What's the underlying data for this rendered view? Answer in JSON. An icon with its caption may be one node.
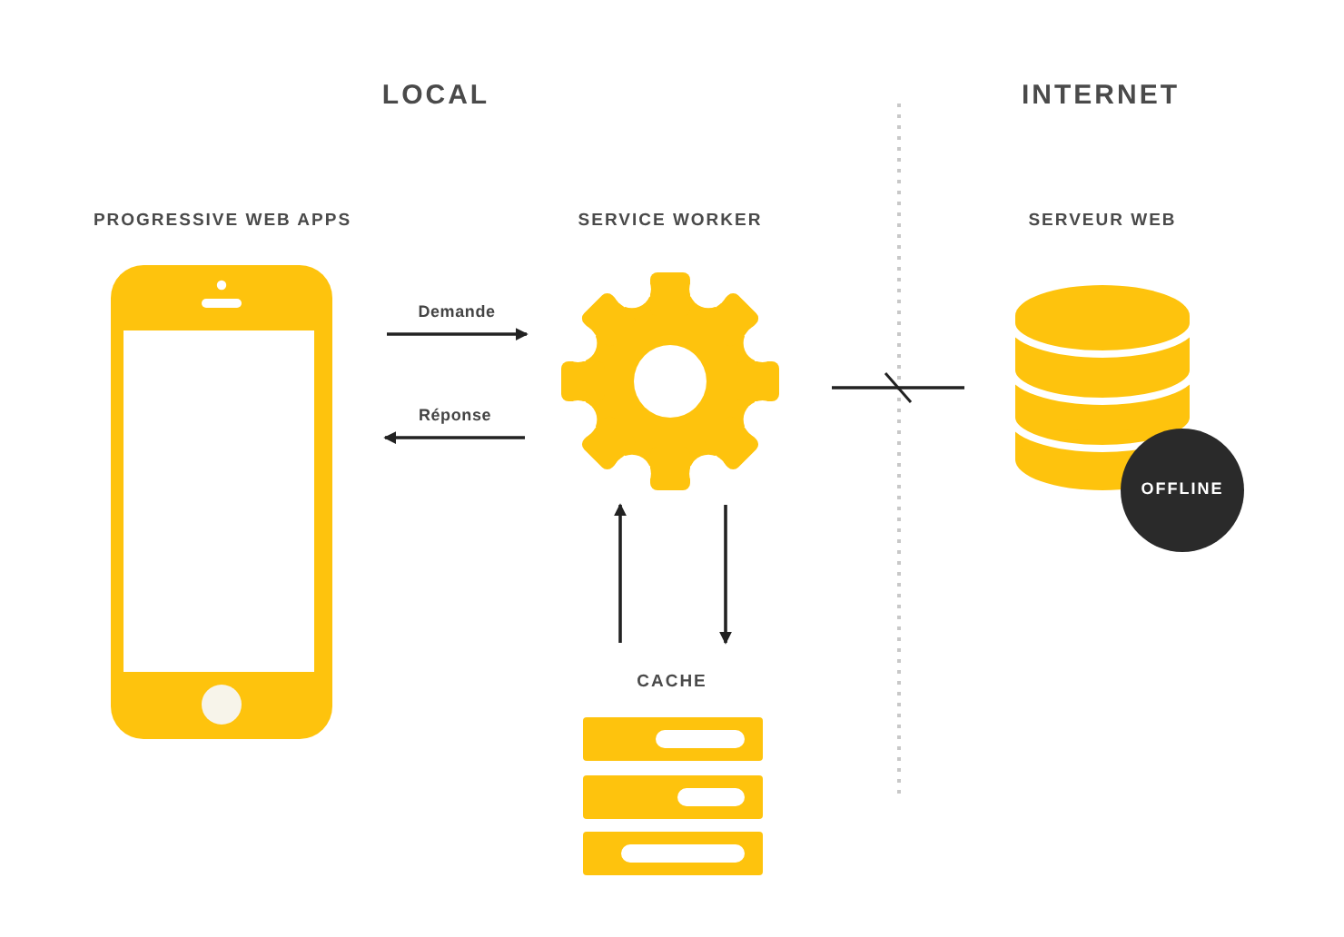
{
  "diagram": {
    "nodes": [
      {
        "text": [
          "PROGRESSIVE WEB APPS"
        ]
      },
      {
        "text": [
          "SERVICE WORKER"
        ]
      },
      {
        "text": [
          "SERVEUR WEB"
        ]
      },
      {
        "text": [
          "OFFLINE"
        ]
      },
      {
        "text": [
          "CACHE"
        ]
      }
    ],
    "edges": [
      {
        "from": 0,
        "to": 1,
        "arrow": "to",
        "label": "Demande"
      },
      {
        "from": 1,
        "to": 0,
        "arrow": "to",
        "label": "Réponse"
      },
      {
        "from": 1,
        "to": 2,
        "arrow": "none"
      },
      {
        "from": 4,
        "to": 1,
        "arrow": "to"
      },
      {
        "from": 1,
        "to": 4,
        "arrow": "to"
      }
    ],
    "labels": [
      "LOCAL",
      "INTERNET"
    ]
  }
}
